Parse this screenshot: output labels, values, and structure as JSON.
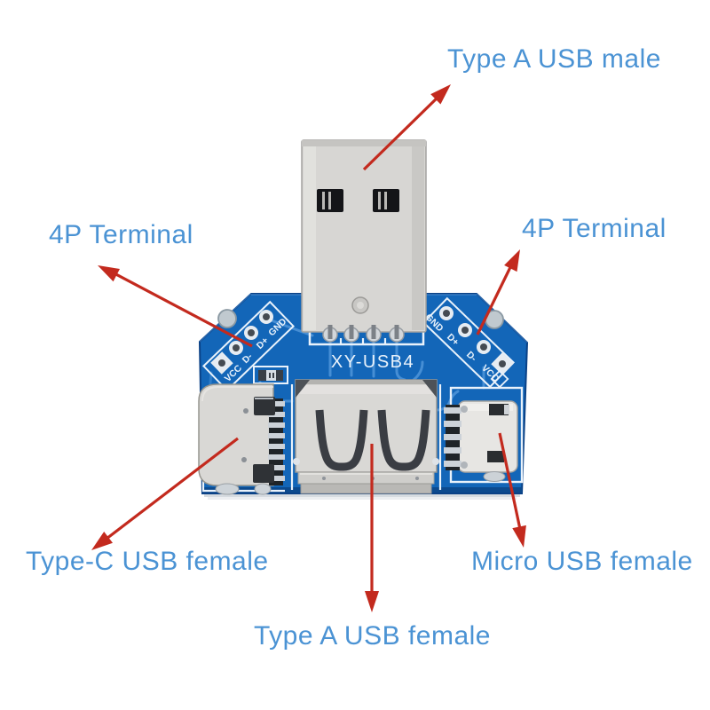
{
  "annotations": {
    "type_a_male": {
      "label": "Type A USB male"
    },
    "terminal_left": {
      "label": "4P Terminal"
    },
    "terminal_right": {
      "label": "4P Terminal"
    },
    "type_c_female": {
      "label": "Type-C USB female"
    },
    "micro_usb_female": {
      "label": "Micro USB female"
    },
    "type_a_female": {
      "label": "Type A USB female"
    }
  },
  "board": {
    "model": "XY-USB4",
    "pad_labels": [
      "GND",
      "D+",
      "D-",
      "VCC"
    ]
  },
  "colors": {
    "label_blue": "#4b93d4",
    "arrow_red": "#c32a1e",
    "pcb_blue": "#1366b8",
    "trace_blue": "#4f95da",
    "silkscreen_white": "#e9f2fb",
    "metal_silver": "#d7d6d3"
  }
}
